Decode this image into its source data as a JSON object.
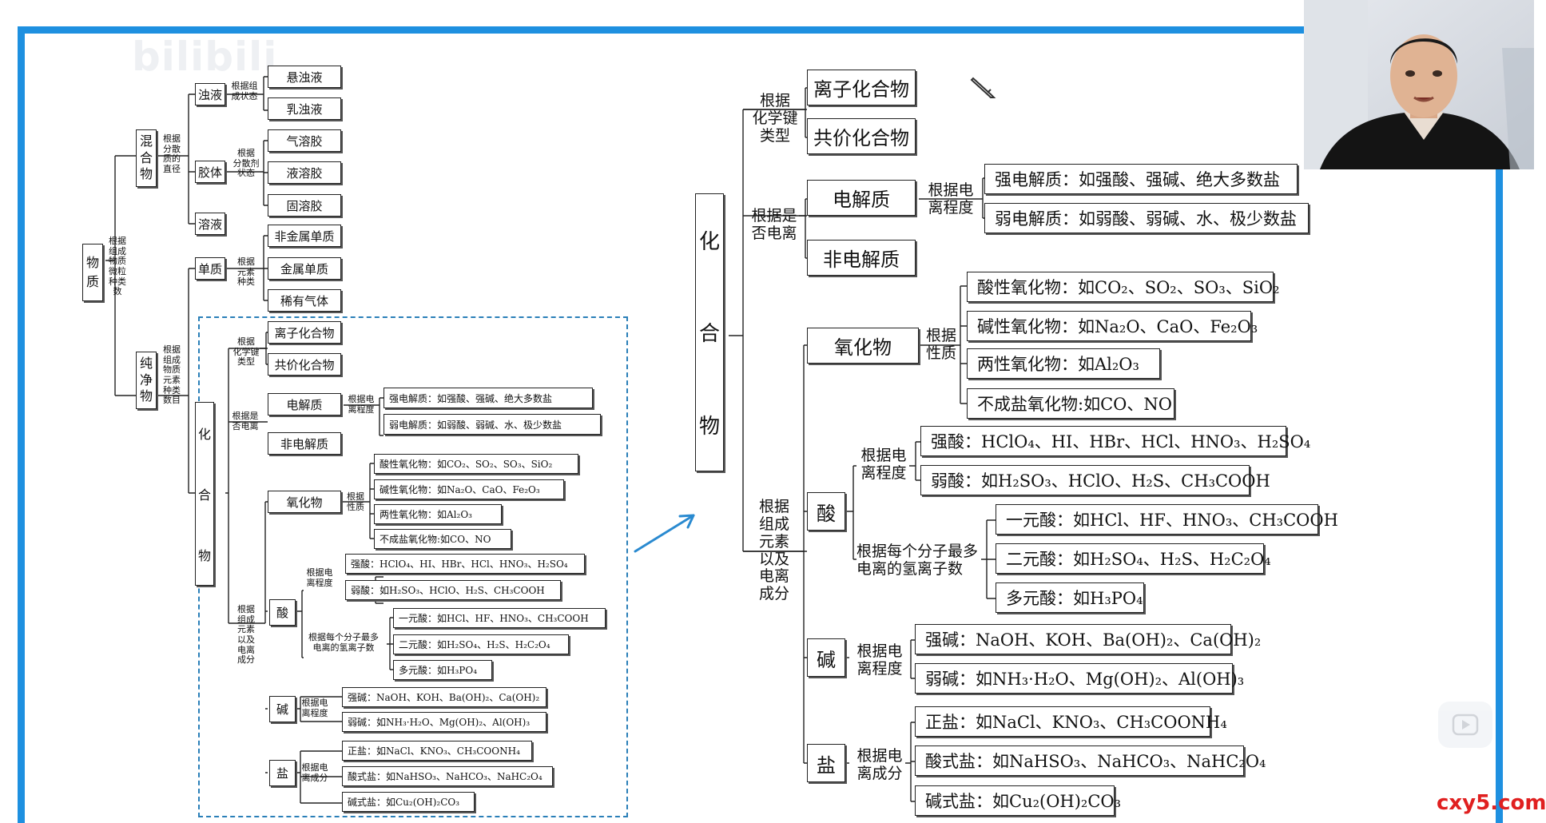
{
  "watermarks": {
    "bilibili": "bilibili",
    "site": "cxy5.com"
  },
  "colors": {
    "frame": "#1e90e0",
    "dashed": "#2a7fb8",
    "arrow": "#2a8ad0",
    "site_mark": "#e02020"
  },
  "left": {
    "root": "物\n质",
    "root_basis": "根据\n组成\n物质\n微粒\n种类\n数",
    "mixture": "混\n合\n物",
    "mixture_basis": "根据\n分散\n质的\n直径",
    "pure": "纯\n净\n物",
    "pure_basis": "根据\n组成\n物质\n元素\n种类\n数目",
    "turbid": "浊液",
    "turbid_basis": "根据组\n成状态",
    "suspension": "悬浊液",
    "emulsion": "乳浊液",
    "colloid": "胶体",
    "colloid_basis": "根据\n分散剂\n状态",
    "aerosol": "气溶胶",
    "liquid_sol": "液溶胶",
    "solid_sol": "固溶胶",
    "solution": "溶液",
    "element": "单质",
    "element_basis": "根据\n元素\n种类",
    "nonmetal": "非金属单质",
    "metal": "金属单质",
    "noble_gas": "稀有气体",
    "compound_chars": [
      "化",
      "合",
      "物"
    ],
    "bond_basis": "根据\n化学键\n类型",
    "ionic": "离子化合物",
    "covalent": "共价化合物",
    "ionize_basis": "根据是\n否电离",
    "electrolyte": "电解质",
    "non_electrolyte": "非电解质",
    "ionize_degree": "根据电\n离程度",
    "strong_electrolyte": "强电解质：如强酸、强碱、绝大多数盐",
    "weak_electrolyte": "弱电解质：如弱酸、弱碱、水、极少数盐",
    "composition_basis": "根据\n组成\n元素\n以及\n电离\n成分",
    "oxide": "氧化物",
    "oxide_basis": "根据\n性质",
    "acidic_oxide": "酸性氧化物：如CO₂、SO₂、SO₃、SiO₂",
    "basic_oxide": "碱性氧化物：如Na₂O、CaO、Fe₂O₃",
    "amphoteric_oxide": "两性氧化物：如Al₂O₃",
    "neutral_oxide": "不成盐氧化物:如CO、NO",
    "acid": "酸",
    "acid_degree_basis": "根据电\n离程度",
    "strong_acid": "强酸：HClO₄、HI、HBr、HCl、HNO₃、H₂SO₄",
    "weak_acid": "弱酸：如H₂SO₃、HClO、H₂S、CH₃COOH",
    "acid_h_basis": "根据每个分子最多\n电离的氢离子数",
    "mono_acid": "一元酸：如HCl、HF、HNO₃、CH₃COOH",
    "di_acid": "二元酸：如H₂SO₄、H₂S、H₂C₂O₄",
    "poly_acid": "多元酸：如H₃PO₄",
    "base": "碱",
    "base_basis": "根据电\n离程度",
    "strong_base": "强碱：NaOH、KOH、Ba(OH)₂、Ca(OH)₂",
    "weak_base": "弱碱：如NH₃·H₂O、Mg(OH)₂、Al(OH)₃",
    "salt": "盐",
    "salt_basis": "根据电\n离成分",
    "normal_salt": "正盐：如NaCl、KNO₃、CH₃COONH₄",
    "acid_salt": "酸式盐：如NaHSO₃、NaHCO₃、NaHC₂O₄",
    "basic_salt": "碱式盐：如Cu₂(OH)₂CO₃"
  },
  "right": {
    "compound_chars": [
      "化",
      "合",
      "物"
    ],
    "bond_basis": "根据\n化学键\n类型",
    "ionic": "离子化合物",
    "covalent": "共价化合物",
    "ionize_basis": "根据是\n否电离",
    "electrolyte": "电解质",
    "non_electrolyte": "非电解质",
    "ionize_degree": "根据电\n离程度",
    "strong_electrolyte": "强电解质：如强酸、强碱、绝大多数盐",
    "weak_electrolyte": "弱电解质：如弱酸、弱碱、水、极少数盐",
    "composition_basis": "根据\n组成\n元素\n以及\n电离\n成分",
    "oxide": "氧化物",
    "oxide_basis": "根据\n性质",
    "acidic_oxide": "酸性氧化物：如CO₂、SO₂、SO₃、SiO₂",
    "basic_oxide": "碱性氧化物：如Na₂O、CaO、Fe₂O₃",
    "amphoteric_oxide": "两性氧化物：如Al₂O₃",
    "neutral_oxide": "不成盐氧化物:如CO、NO",
    "acid": "酸",
    "acid_degree_basis": "根据电\n离程度",
    "strong_acid": "强酸：HClO₄、HI、HBr、HCl、HNO₃、H₂SO₄",
    "weak_acid": "弱酸：如H₂SO₃、HClO、H₂S、CH₃COOH",
    "acid_h_basis": "根据每个分子最多\n电离的氢离子数",
    "mono_acid": "一元酸：如HCl、HF、HNO₃、CH₃COOH",
    "di_acid": "二元酸：如H₂SO₄、H₂S、H₂C₂O₄",
    "poly_acid": "多元酸：如H₃PO₄",
    "base": "碱",
    "base_basis": "根据电\n离程度",
    "strong_base": "强碱：NaOH、KOH、Ba(OH)₂、Ca(OH)₂",
    "weak_base": "弱碱：如NH₃·H₂O、Mg(OH)₂、Al(OH)₃",
    "salt": "盐",
    "salt_basis": "根据电\n离成分",
    "normal_salt": "正盐：如NaCl、KNO₃、CH₃COONH₄",
    "acid_salt": "酸式盐：如NaHSO₃、NaHCO₃、NaHC₂O₄",
    "basic_salt": "碱式盐：如Cu₂(OH)₂CO₃"
  }
}
